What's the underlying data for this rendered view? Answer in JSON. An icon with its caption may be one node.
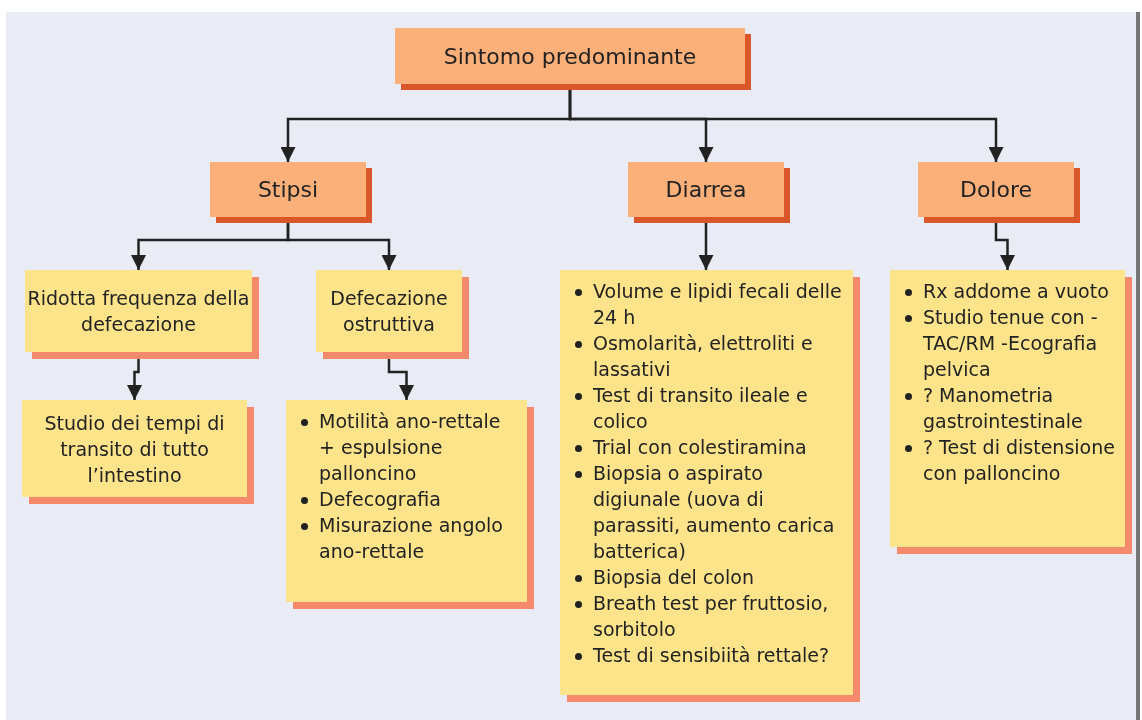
{
  "diagram": {
    "nodes": [
      {
        "text": [
          "Sintomo predominante"
        ]
      },
      {
        "text": [
          "Stipsi"
        ]
      },
      {
        "text": [
          "Diarrea"
        ]
      },
      {
        "text": [
          "Dolore"
        ]
      },
      {
        "text": [
          "Ridotta frequenza della defecazione"
        ]
      },
      {
        "text": [
          "Defecazione ostruttiva"
        ]
      },
      {
        "text": [
          "Studio dei tempi di transito di tutto l’intestino"
        ]
      },
      {
        "text": [
          "Motilità ano-rettale + espulsione palloncino",
          "Defecografia",
          "Misurazione angolo ano-rettale"
        ]
      },
      {
        "text": [
          "Volume e lipidi fecali delle 24 h",
          "Osmolarità, elettroliti e lassativi",
          "Test di transito ileale e colico",
          "Trial con colestiramina",
          "Biopsia o aspirato digiunale (uova di parassiti, aumento carica batterica)",
          "Biopsia del colon",
          "Breath test per fruttosio, sorbitolo",
          "Test di sensibiità rettale?"
        ]
      },
      {
        "text": [
          "Rx addome a vuoto",
          "Studio tenue con -TAC/RM -Ecografia pelvica",
          "? Manometria gastrointestinale",
          "? Test di distensione con palloncino"
        ]
      }
    ],
    "edges": [
      {
        "from": 0,
        "to": 1,
        "arrow": "to"
      },
      {
        "from": 0,
        "to": 2,
        "arrow": "to"
      },
      {
        "from": 0,
        "to": 3,
        "arrow": "to"
      },
      {
        "from": 1,
        "to": 4,
        "arrow": "to"
      },
      {
        "from": 1,
        "to": 5,
        "arrow": "to"
      },
      {
        "from": 2,
        "to": 8,
        "arrow": "to"
      },
      {
        "from": 3,
        "to": 9,
        "arrow": "to"
      },
      {
        "from": 4,
        "to": 6,
        "arrow": "to"
      },
      {
        "from": 5,
        "to": 7,
        "arrow": "to"
      }
    ]
  }
}
